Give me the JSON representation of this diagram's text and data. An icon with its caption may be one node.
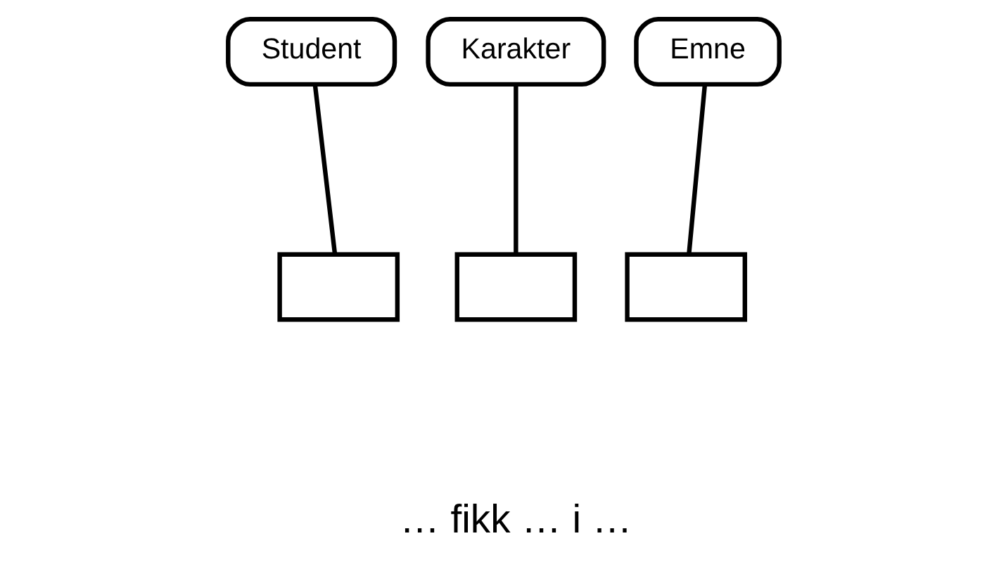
{
  "diagram": {
    "nodes": [
      {
        "text": [
          "Student"
        ]
      },
      {
        "text": [
          "Karakter"
        ]
      },
      {
        "text": [
          "Emne"
        ]
      },
      {
        "text": [],
        "shape": "box"
      },
      {
        "text": [],
        "shape": "box"
      },
      {
        "text": [],
        "shape": "box"
      }
    ],
    "edges": [
      {
        "from": 0,
        "to": 3,
        "arrow": "none"
      },
      {
        "from": 1,
        "to": 4,
        "arrow": "none"
      },
      {
        "from": 2,
        "to": 5,
        "arrow": "none"
      }
    ],
    "labels": [
      "… fikk … i …"
    ]
  }
}
